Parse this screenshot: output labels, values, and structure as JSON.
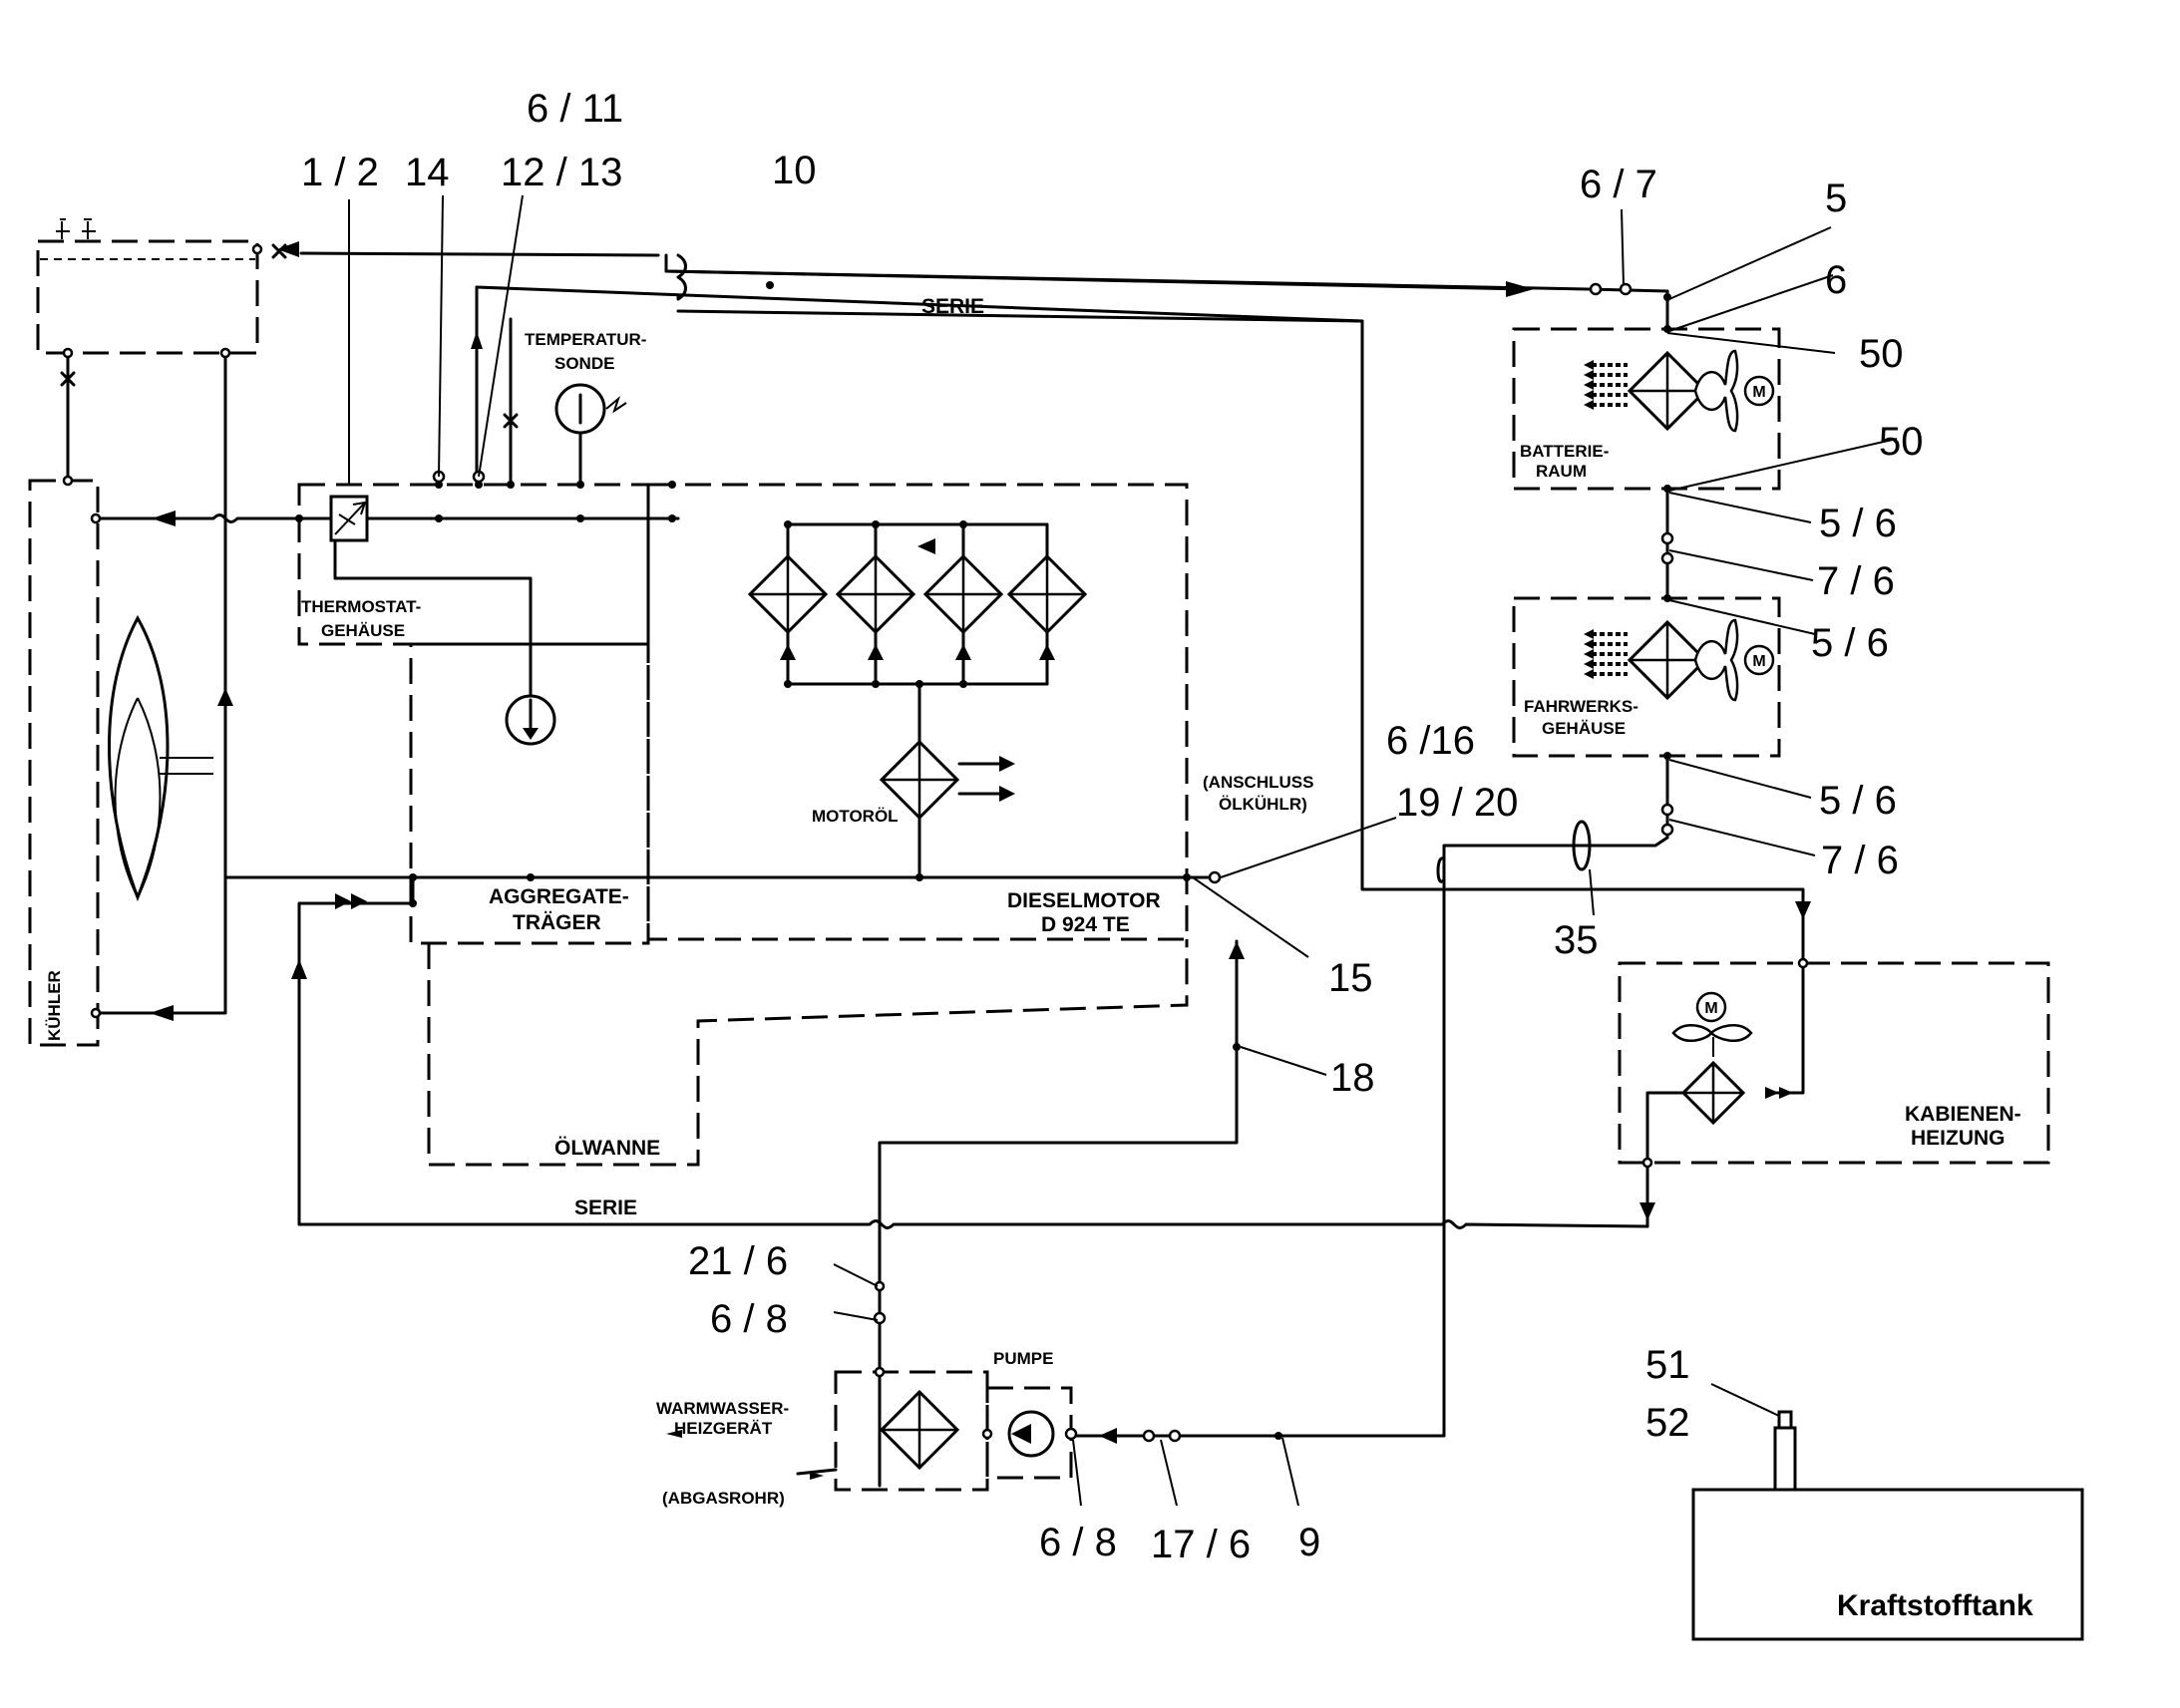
{
  "callouts": {
    "c_6_11": "6 / 11",
    "c_1_2": "1 / 2",
    "c_14": "14",
    "c_12_13": "12 / 13",
    "c_10": "10",
    "c_6_7": "6 / 7",
    "c_5a": "5",
    "c_6a": "6",
    "c_50a": "50",
    "c_50b": "50",
    "c_5_6a": "5 / 6",
    "c_7_6a": "7 / 6",
    "c_5_6b": "5 / 6",
    "c_6_16": "6 /16",
    "c_19_20": "19 / 20",
    "c_5_6c": "5 / 6",
    "c_7_6b": "7 / 6",
    "c_35": "35",
    "c_15": "15",
    "c_18": "18",
    "c_21_6": "21 / 6",
    "c_6_8a": "6 / 8",
    "c_51": "51",
    "c_52": "52",
    "c_6_8b": "6 / 8",
    "c_17_6": "17 / 6",
    "c_9": "9"
  },
  "labels": {
    "serie_top": "SERIE",
    "serie_bottom": "SERIE",
    "temperatur_1": "TEMPERATUR-",
    "temperatur_2": "SONDE",
    "thermostat_1": "THERMOSTAT-",
    "thermostat_2": "GEHÄUSE",
    "motoroel": "MOTORÖL",
    "aggregate_1": "AGGREGATE-",
    "aggregate_2": "TRÄGER",
    "dieselmotor_1": "DIESELMOTOR",
    "dieselmotor_2": "D 924 TE",
    "anschluss_1": "(ANSCHLUSS",
    "anschluss_2": "ÖLKÜHLR)",
    "oelwanne": "ÖLWANNE",
    "kuehler": "KÜHLER",
    "batterie_1": "BATTERIE-",
    "batterie_2": "RAUM",
    "fahrwerk_1": "FAHRWERKS-",
    "fahrwerk_2": "GEHÄUSE",
    "kabine_1": "KABIENEN-",
    "kabine_2": "HEIZUNG",
    "warmwasser_1": "WARMWASSER-",
    "warmwasser_2": "HEIZGERÄT",
    "abgasrohr": "(ABGASROHR)",
    "pumpe": "PUMPE",
    "kraftstofftank": "Kraftstofftank",
    "motor_symbol": "M"
  },
  "icons": {
    "heat_exchanger": "diamond-cross-icon",
    "fan": "fan-icon",
    "motor": "motor-icon",
    "pump": "pump-icon",
    "valve": "valve-icon",
    "sensor": "temperature-sensor-icon"
  }
}
